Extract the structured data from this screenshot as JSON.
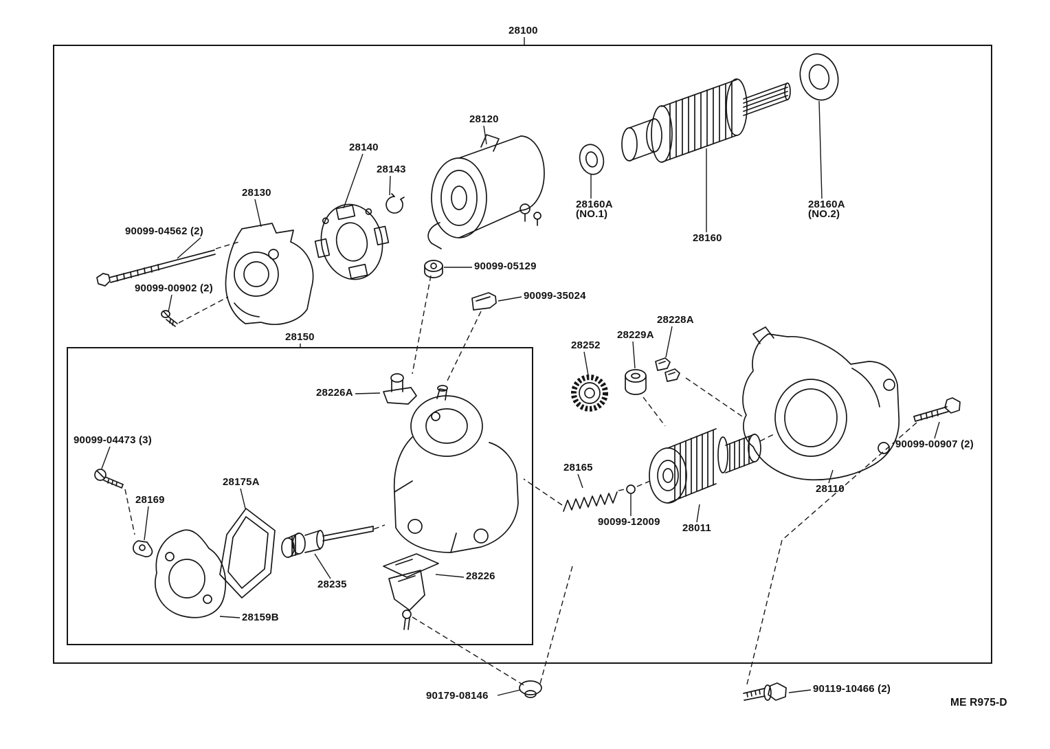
{
  "diagram": {
    "figure_code": "ME R975-D"
  },
  "labels": {
    "l28100": "28100",
    "l28120": "28120",
    "l28140": "28140",
    "l28143": "28143",
    "l28130": "28130",
    "l90099_04562": "90099-04562 (2)",
    "l90099_00902": "90099-00902 (2)",
    "l28160a_no1_a": "28160A",
    "l28160a_no1_b": "(NO.1)",
    "l28160a_no2_a": "28160A",
    "l28160a_no2_b": "(NO.2)",
    "l28160": "28160",
    "l90099_05129": "90099-05129",
    "l90099_35024": "90099-35024",
    "l28228a": "28228A",
    "l28229a": "28229A",
    "l28252": "28252",
    "l28150": "28150",
    "l28226a": "28226A",
    "l90099_04473": "90099-04473 (3)",
    "l28169": "28169",
    "l28175a": "28175A",
    "l28165": "28165",
    "l90099_12009": "90099-12009",
    "l28011": "28011",
    "l28110": "28110",
    "l90099_00907": "90099-00907 (2)",
    "l28235": "28235",
    "l28226": "28226",
    "l28159b": "28159B",
    "l90179_08146": "90179-08146",
    "l90119_10466": "90119-10466 (2)"
  }
}
